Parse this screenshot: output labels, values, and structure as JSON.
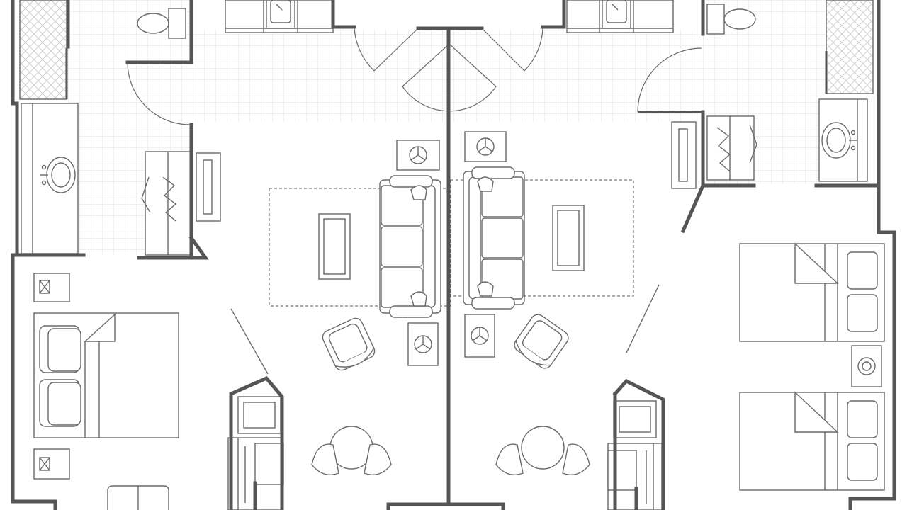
{
  "plan": {
    "wall_color": "#555555",
    "fixture_color": "#6a6a6a",
    "tile_grid_color": "#e3e3e3",
    "background": "#ffffff"
  },
  "tile_areas": [
    {
      "name": "bath-left-tile"
    },
    {
      "name": "entry-tile"
    },
    {
      "name": "bath-right-tile"
    }
  ],
  "icons": [
    "toilet-icon",
    "shower-icon",
    "sink-icon",
    "sofa-icon",
    "bed-icon",
    "armchair-icon",
    "dining-table-icon",
    "end-table-icon",
    "coffee-table-icon",
    "closet-icon",
    "door-swing-icon",
    "kitchenette-icon"
  ]
}
